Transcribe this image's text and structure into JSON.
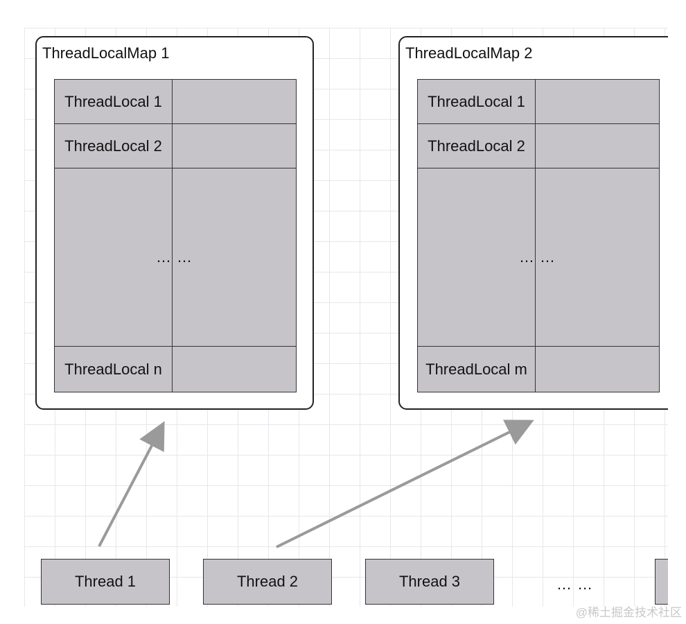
{
  "maps": [
    {
      "title": "ThreadLocalMap 1",
      "rows": [
        {
          "key": "ThreadLocal 1",
          "value": ""
        },
        {
          "key": "ThreadLocal 2",
          "value": ""
        },
        {
          "key": "…",
          "value": "…"
        },
        {
          "key": "ThreadLocal n",
          "value": ""
        }
      ]
    },
    {
      "title": "ThreadLocalMap 2",
      "rows": [
        {
          "key": "ThreadLocal 1",
          "value": ""
        },
        {
          "key": "ThreadLocal 2",
          "value": ""
        },
        {
          "key": "…",
          "value": "…"
        },
        {
          "key": "ThreadLocal m",
          "value": ""
        }
      ]
    }
  ],
  "threads": [
    {
      "label": "Thread 1"
    },
    {
      "label": "Thread 2"
    },
    {
      "label": "Thread 3"
    },
    {
      "label": ""
    }
  ],
  "threads_ellipsis": "… …",
  "watermark": "@稀土掘金技术社区",
  "colors": {
    "grid": "#e7e7ec",
    "cell_fill": "#c6c4c9",
    "arrow": "#9a9a9a",
    "border": "#222222"
  }
}
